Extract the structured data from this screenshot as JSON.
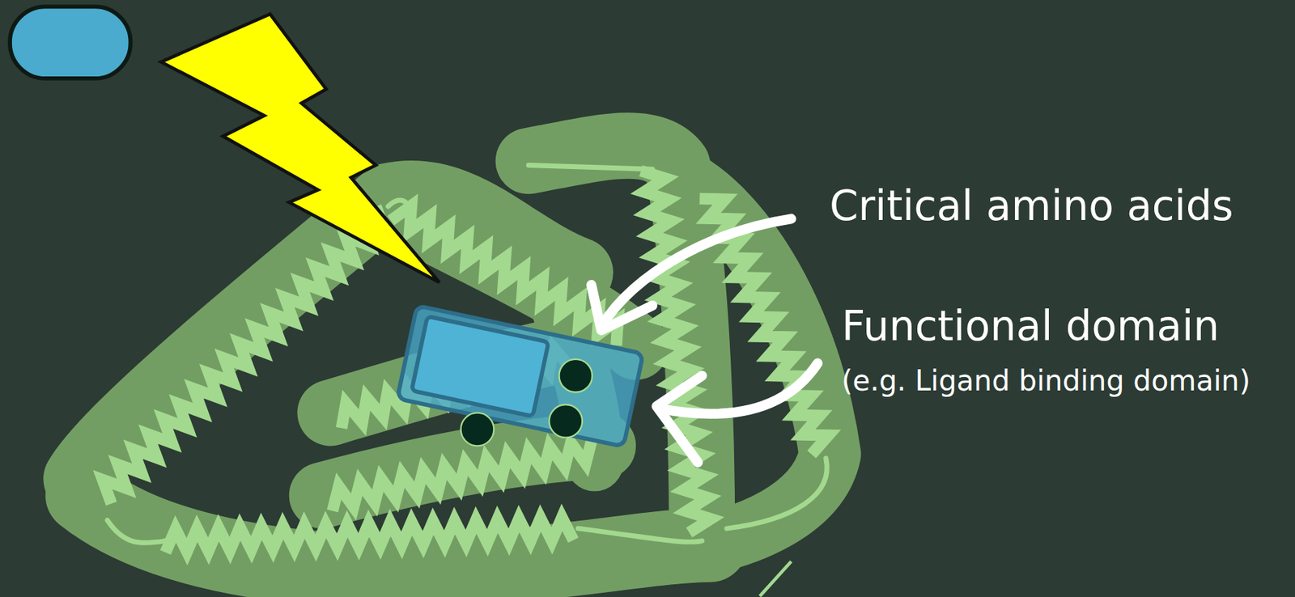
{
  "diagram": {
    "labels": [
      "Critical amino acids",
      "Functional domain",
      "(e.g. Ligand binding domain)"
    ]
  }
}
